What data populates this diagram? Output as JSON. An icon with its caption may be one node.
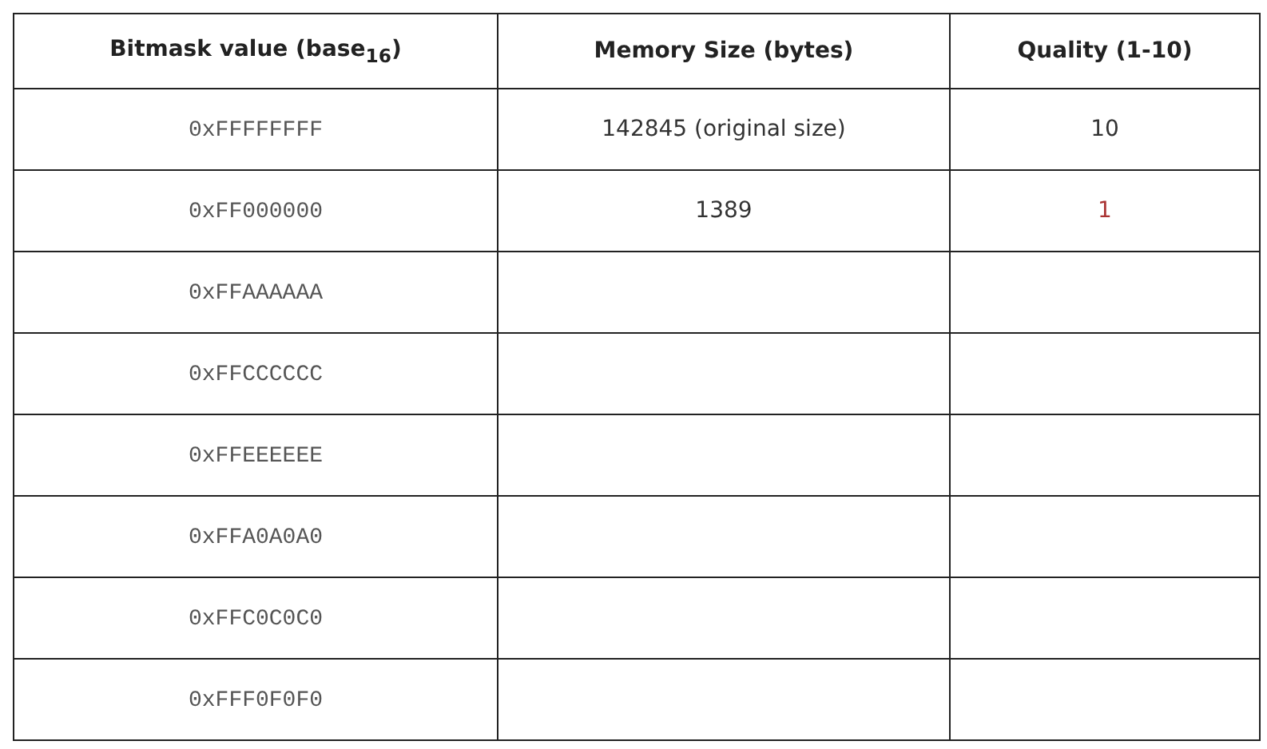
{
  "diagram": {
    "labels": [
      "Bitmask value (base$_{16}$)",
      "Memory Size (bytes)",
      "Quality (1-10)",
      "0xFFFFFFFF",
      "142845 (original size)",
      "10",
      "0xFF000000",
      "1389",
      "1",
      "0xFFAAAAAA",
      "0xFFCCCCCC",
      "0xFFEEEEEE",
      "0xFFA0A0A0",
      "0xFFC0C0C0",
      "0xFFF0F0F0"
    ]
  }
}
